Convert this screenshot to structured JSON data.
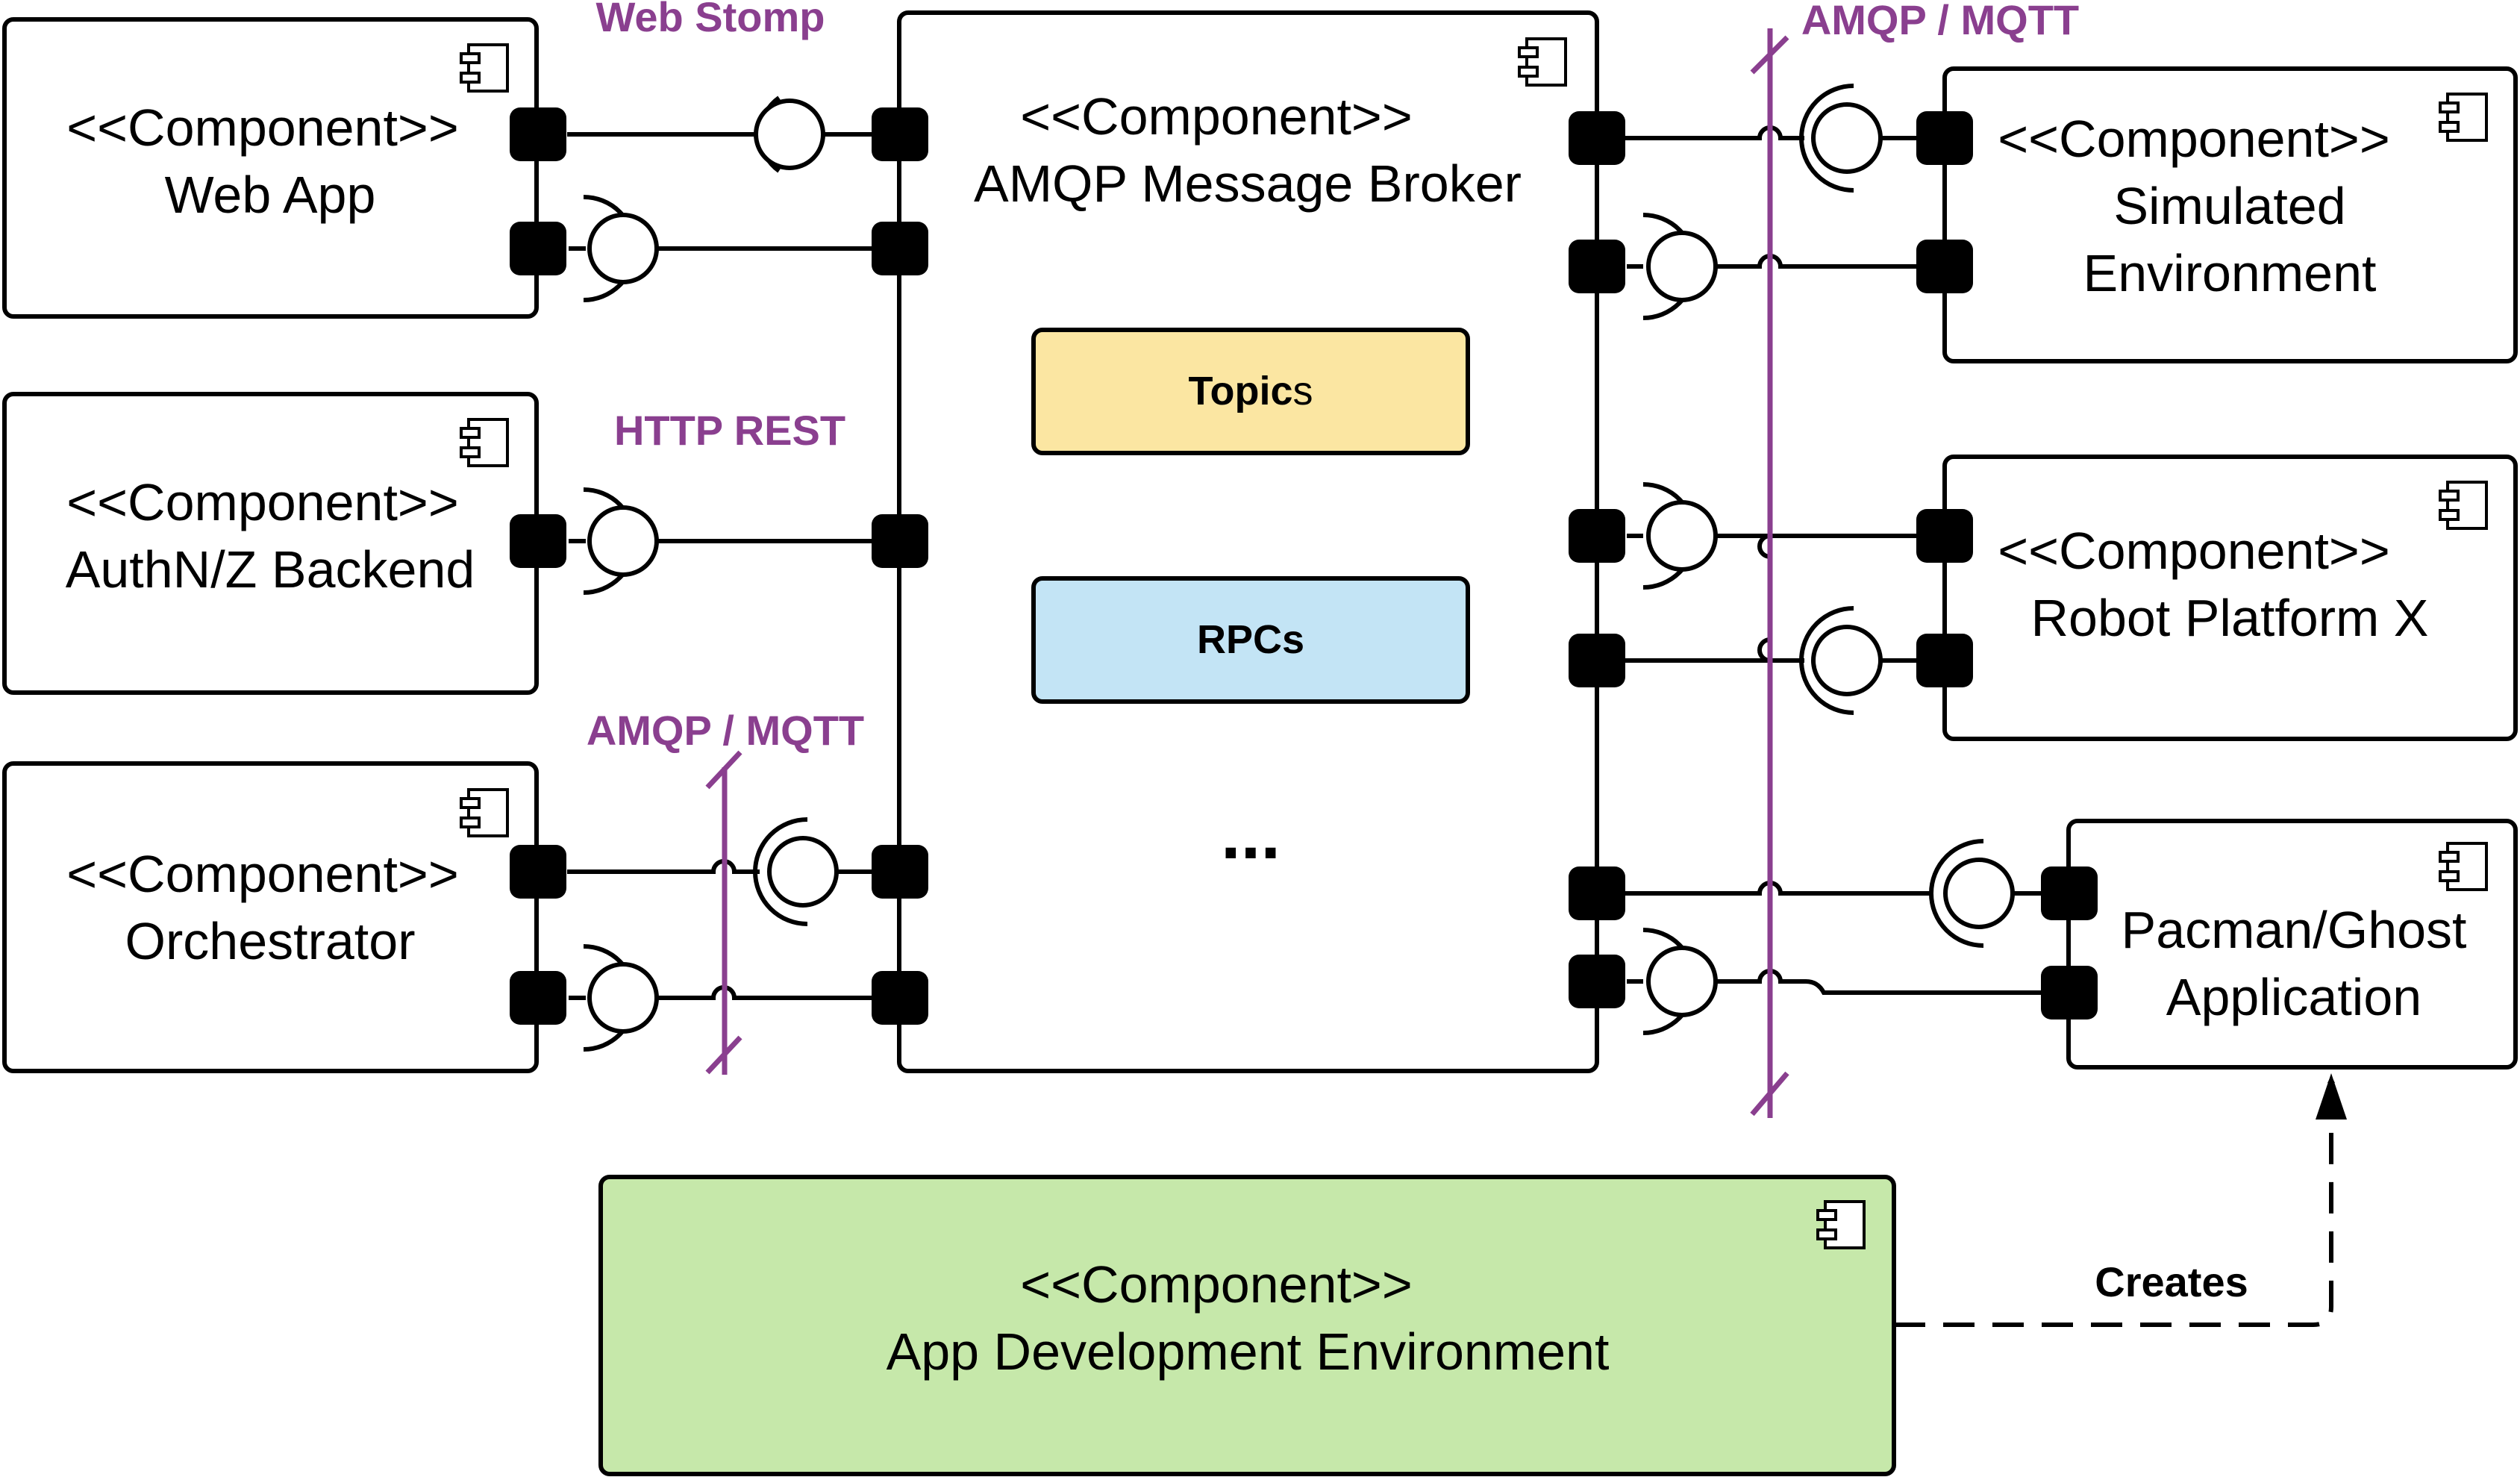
{
  "colors": {
    "protocol": "#8a3f8f",
    "topics_fill": "#fbe6a2",
    "rpcs_fill": "#c3e4f5",
    "dev_env_fill": "#c6e8aa",
    "line": "#000000"
  },
  "components": {
    "web_app": {
      "stereotype": "<<Component>>",
      "name": "Web App"
    },
    "authnz": {
      "stereotype": "<<Component>>",
      "name": "AuthN/Z Backend"
    },
    "orchestrator": {
      "stereotype": "<<Component>>",
      "name": "Orchestrator"
    },
    "broker": {
      "stereotype": "<<Component>>",
      "name": "AMQP Message Broker"
    },
    "simulated": {
      "stereotype": "<<Component>>",
      "name_line1": "Simulated",
      "name_line2": "Environment"
    },
    "robot": {
      "stereotype": "<<Component>>",
      "name": "Robot Platform X"
    },
    "pacman": {
      "name_line1": "Pacman/Ghost",
      "name_line2": "Application"
    },
    "dev_env": {
      "stereotype": "<<Component>>",
      "name": "App Development Environment"
    }
  },
  "broker_boxes": {
    "topics_bold": "Topic",
    "topics_rest": "s",
    "rpcs": "RPCs",
    "more": "..."
  },
  "protocols": {
    "web_stomp": "Web Stomp",
    "http_rest": "HTTP REST",
    "amqp_mqtt_left": "AMQP / MQTT",
    "amqp_mqtt_right": "AMQP / MQTT"
  },
  "relations": {
    "creates": "Creates"
  }
}
